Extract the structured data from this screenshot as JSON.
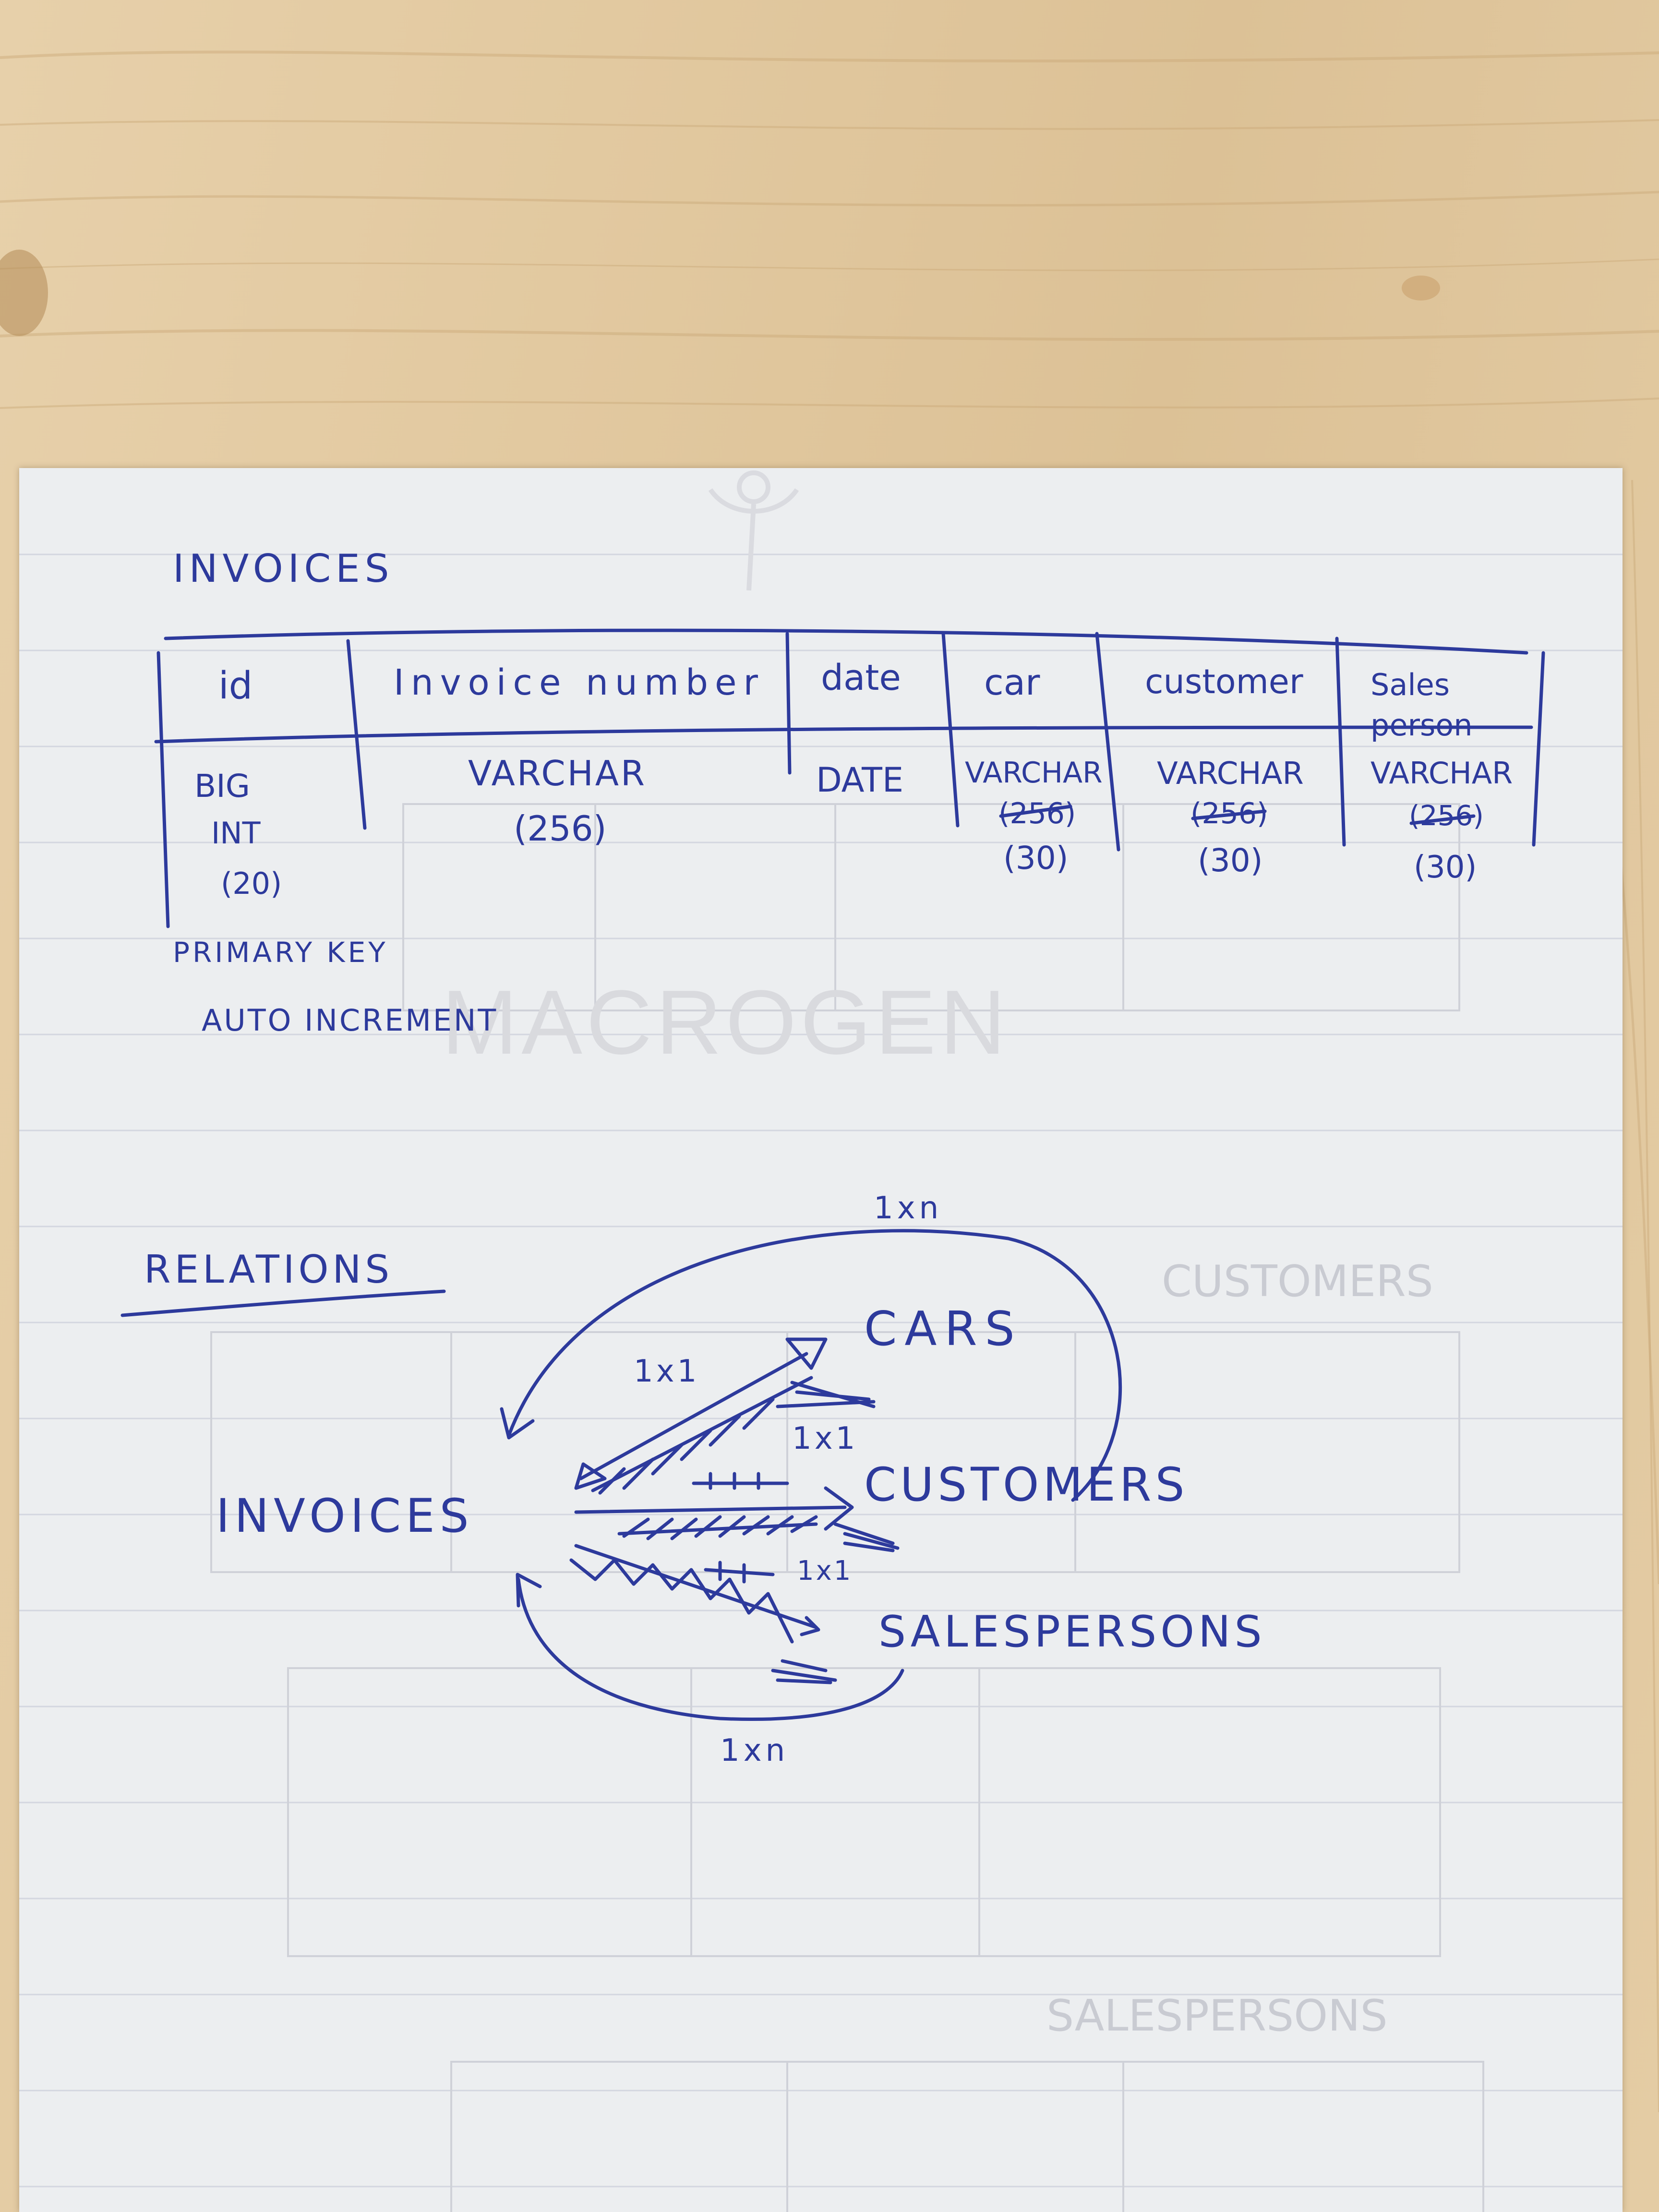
{
  "watermark": {
    "brand": "MACROGEN"
  },
  "invoices_table": {
    "title": "INVOICES",
    "columns": [
      {
        "name": "id",
        "type": [
          "BIG",
          "INT",
          "(20)"
        ]
      },
      {
        "name": "Invoice number",
        "type": [
          "VARCHAR",
          "(256)"
        ]
      },
      {
        "name": "date",
        "type": [
          "DATE"
        ]
      },
      {
        "name": "car",
        "type": [
          "VARCHAR",
          "(256)",
          "(30)"
        ],
        "struck": "(256)"
      },
      {
        "name": "customer",
        "type": [
          "VARCHAR",
          "(256)",
          "(30)"
        ],
        "struck": "(256)"
      },
      {
        "name": "Sales person",
        "type": [
          "VARCHAR",
          "(256)",
          "(30)"
        ],
        "struck": "(256)"
      }
    ],
    "notes": [
      "PRIMARY KEY",
      "AUTO INCREMENT"
    ]
  },
  "relations": {
    "title": "RELATIONS",
    "source": "INVOICES",
    "targets": [
      "CARS",
      "CUSTOMERS",
      "SALESPERSONS"
    ],
    "labels": {
      "invoices_cars_loop": "1xn",
      "invoices_cars": "1x1",
      "invoices_customers": "1x1",
      "invoices_salespersons": "1x1",
      "invoices_salespersons_loop": "1xn"
    }
  },
  "ink_color": "#2d3a9c"
}
